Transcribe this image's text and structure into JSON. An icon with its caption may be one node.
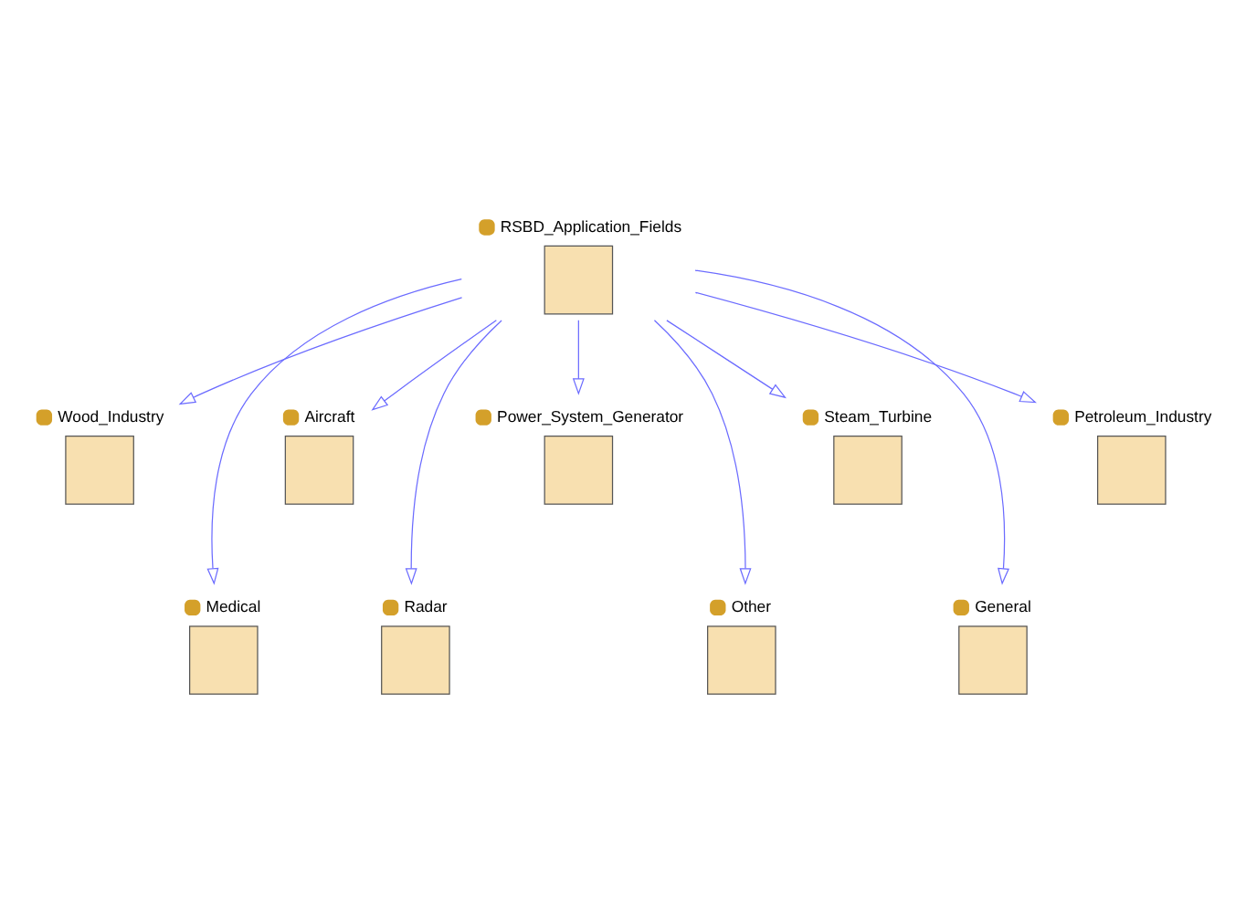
{
  "diagram": {
    "nodes": [
      {
        "text": [
          "RSBD_Application_Fields"
        ]
      },
      {
        "text": [
          "Wood_Industry"
        ]
      },
      {
        "text": [
          "Medical"
        ]
      },
      {
        "text": [
          "Aircraft"
        ]
      },
      {
        "text": [
          "Radar"
        ]
      },
      {
        "text": [
          "Power_System_Generator"
        ]
      },
      {
        "text": [
          "Other"
        ]
      },
      {
        "text": [
          "Steam_Turbine"
        ]
      },
      {
        "text": [
          "General"
        ]
      },
      {
        "text": [
          "Petroleum_Industry"
        ]
      }
    ],
    "edges": [
      {
        "from": 0,
        "to": 1,
        "arrow": "to"
      },
      {
        "from": 0,
        "to": 2,
        "arrow": "to"
      },
      {
        "from": 0,
        "to": 3,
        "arrow": "to"
      },
      {
        "from": 0,
        "to": 4,
        "arrow": "to"
      },
      {
        "from": 0,
        "to": 5,
        "arrow": "to"
      },
      {
        "from": 0,
        "to": 6,
        "arrow": "to"
      },
      {
        "from": 0,
        "to": 7,
        "arrow": "to"
      },
      {
        "from": 0,
        "to": 8,
        "arrow": "to"
      },
      {
        "from": 0,
        "to": 9,
        "arrow": "to"
      }
    ]
  }
}
